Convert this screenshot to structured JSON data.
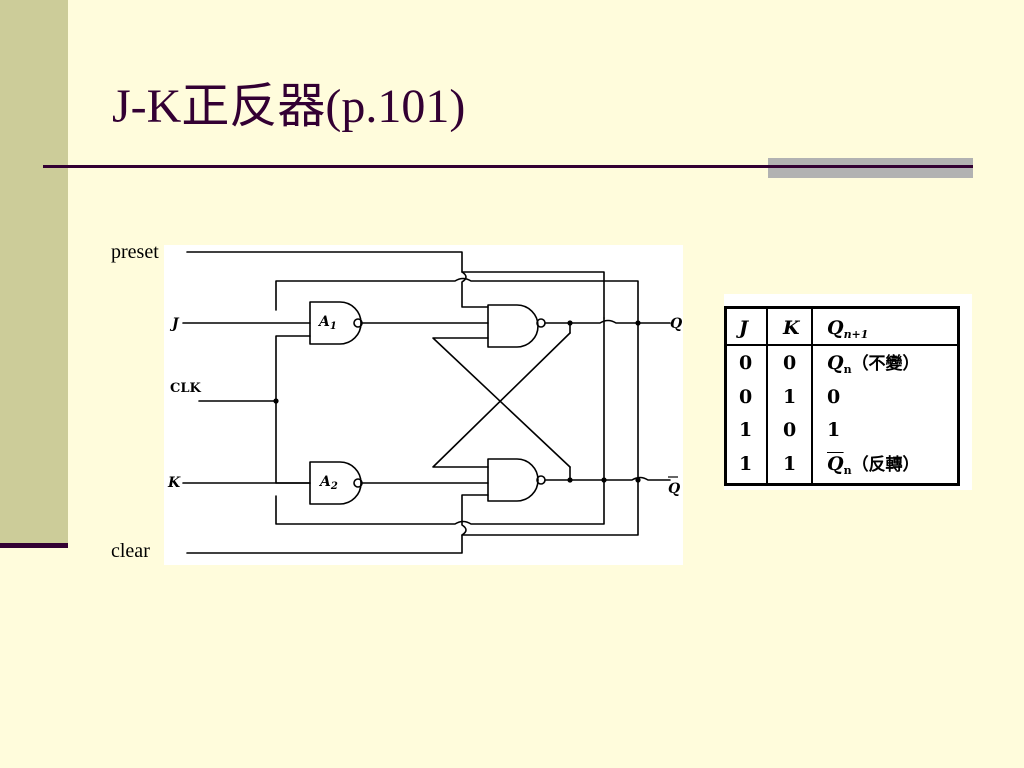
{
  "title": "J-K正反器(p.101)",
  "labels": {
    "preset": "preset",
    "clear": "clear"
  },
  "circuit": {
    "J": "J",
    "K": "K",
    "CLK": "CLK",
    "A1": "A",
    "A1_sub": "1",
    "A2": "A",
    "A2_sub": "2",
    "Q": "Q",
    "Qbar": "Q"
  },
  "truth_table": {
    "headers": [
      "J",
      "K",
      "Q",
      "n+1"
    ],
    "rows": [
      {
        "J": "0",
        "K": "0",
        "q": "Q",
        "q_sub": "n",
        "note": "（不變）",
        "overline": false
      },
      {
        "J": "0",
        "K": "1",
        "q": "0",
        "q_sub": "",
        "note": "",
        "overline": false
      },
      {
        "J": "1",
        "K": "0",
        "q": "1",
        "q_sub": "",
        "note": "",
        "overline": false
      },
      {
        "J": "1",
        "K": "1",
        "q": "Q",
        "q_sub": "n",
        "note": "（反轉）",
        "overline": true
      }
    ]
  },
  "colors": {
    "background": "#fffcdc",
    "stripe": "#cccc99",
    "accent": "#330033",
    "rule_gray": "#b2b2b2"
  }
}
